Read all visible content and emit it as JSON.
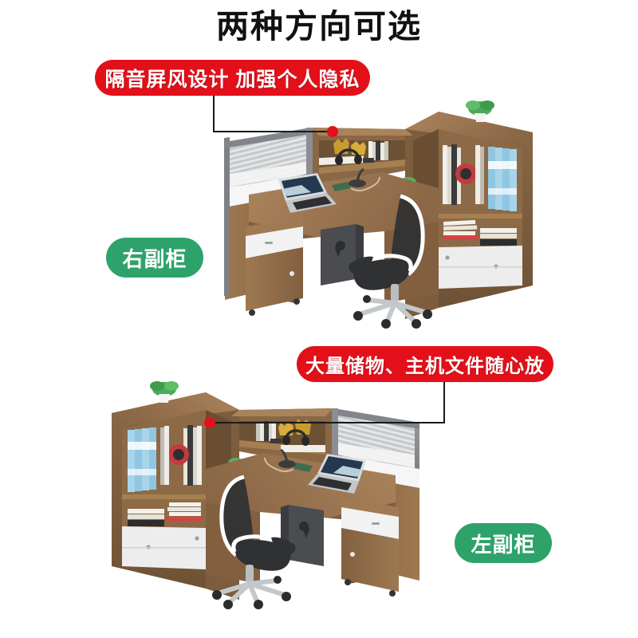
{
  "header": {
    "title": "两种方向可选"
  },
  "callouts": [
    {
      "id": "privacy",
      "label": "隔音屏风设计 加强个人隐私",
      "color": "#e3101a",
      "style": "red-pill",
      "marker": "red-dot",
      "points_to": "privacy-screen"
    },
    {
      "id": "storage",
      "label": "大量储物、主机文件随心放",
      "color": "#e3101a",
      "style": "red-pill",
      "marker": "red-dot",
      "points_to": "overhead-shelf"
    }
  ],
  "variants": [
    {
      "id": "right",
      "label": "右副柜",
      "color": "#2ea26b",
      "style": "green-pill",
      "description": "L-shaped office workstation desk with privacy screen on left, side cabinet on right"
    },
    {
      "id": "left",
      "label": "左副柜",
      "color": "#2ea26b",
      "style": "green-pill",
      "description": "L-shaped office workstation desk with privacy screen on right, side cabinet on left"
    }
  ],
  "scene_items": {
    "desk": "wood-desk",
    "privacy_screen": "louvered-privacy-screen",
    "overhead_shelf": "overhead-hutch-shelf",
    "side_cabinet": "bookcase-side-cabinet",
    "mobile_pedestal": "3-drawer-mobile-pedestal",
    "chair": "mesh-office-chair",
    "laptop": "laptop",
    "phone": "smartphone",
    "desk_lamp": "desk-lamp",
    "headphones": "headphones",
    "plant": "potted-plant",
    "horse_ornament": "golden-horse-ornament",
    "binders": "blue-ring-binders",
    "books": "stacked-books",
    "computer_tower": "desktop-computer-tower"
  },
  "palette": {
    "wood_light": "#b08d63",
    "wood_mid": "#96704b",
    "wood_dark": "#6f5135",
    "wood_top": "#a07a52",
    "frame_gray": "#8d9093",
    "panel_gray": "#b9bcbe",
    "panel_white": "#f2f2f2",
    "cabinet_white": "#ededed",
    "chair_black": "#2b2b2b",
    "chrome": "#c9cdd0",
    "binder_blue": "#86c2e0",
    "accent_red": "#e3101a",
    "accent_green": "#2ea26b",
    "background": "#ffffff"
  }
}
